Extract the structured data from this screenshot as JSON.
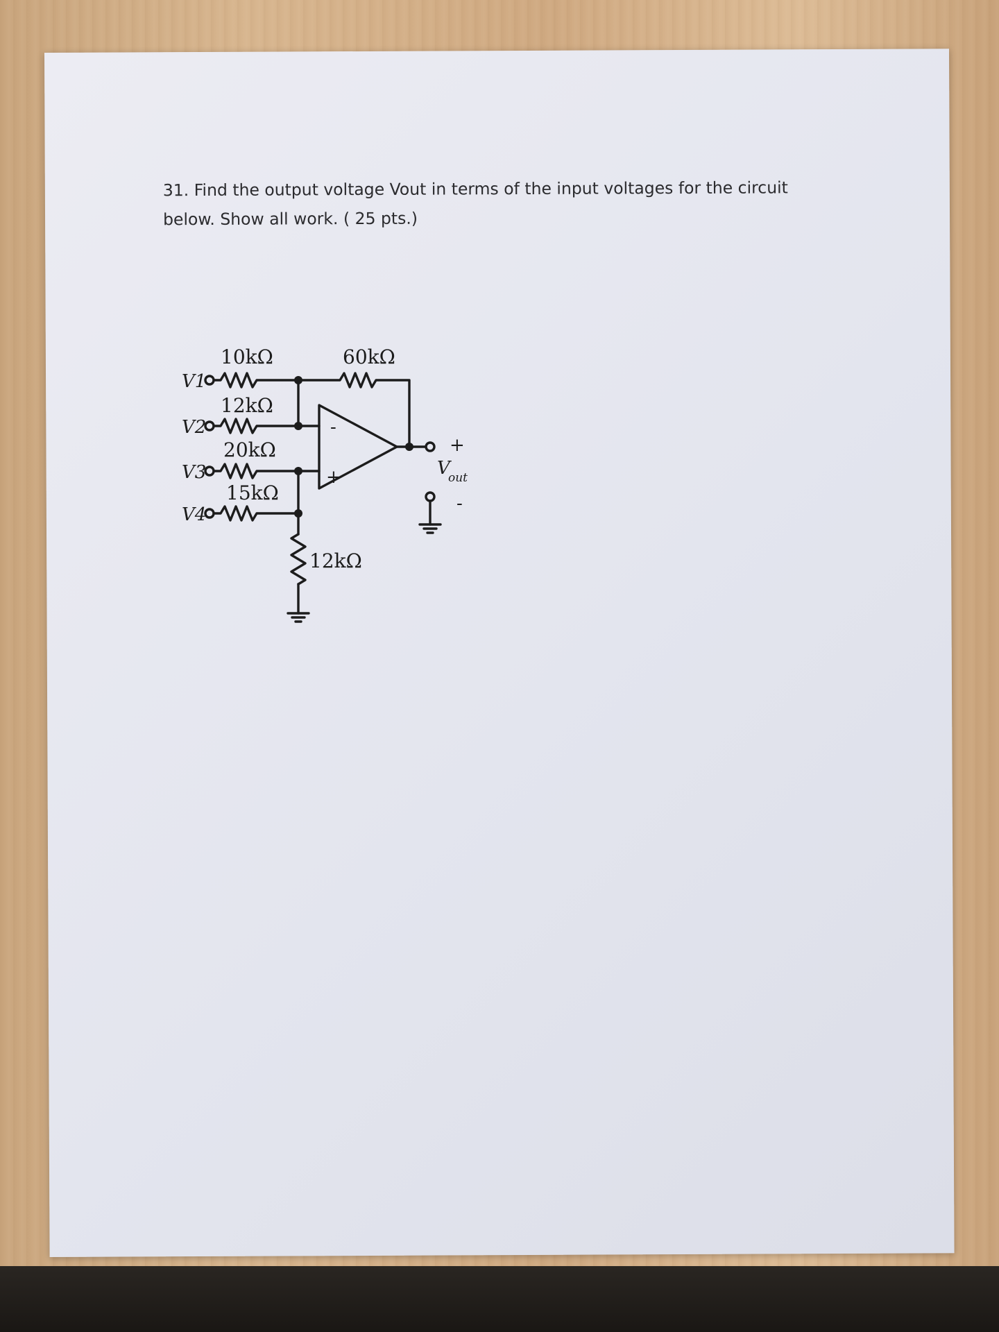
{
  "question": {
    "text_line1": "31. Find the output voltage Vout in terms of the input voltages for the circuit",
    "text_line2": "below.  Show all work. ( 25 pts.)"
  },
  "circuit": {
    "resistors": {
      "r1": "10kΩ",
      "r2": "12kΩ",
      "r3": "20kΩ",
      "r4": "15kΩ",
      "rf": "60kΩ",
      "rg": "12kΩ"
    },
    "inputs": {
      "v1": "V1",
      "v2": "V2",
      "v3": "V3",
      "v4": "V4"
    },
    "opamp": {
      "inverting": "-",
      "noninverting": "+"
    },
    "output": {
      "plus": "+",
      "minus": "-",
      "label_main": "V",
      "label_sub": "out"
    }
  }
}
